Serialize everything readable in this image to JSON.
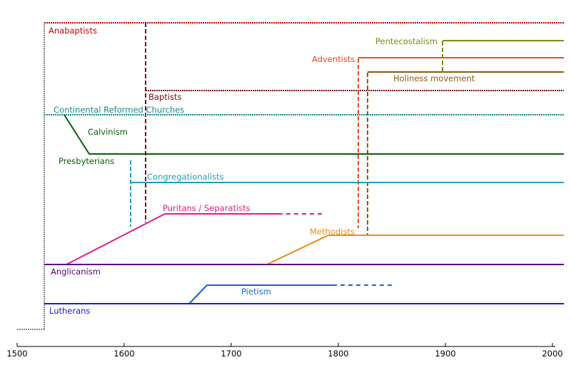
{
  "axis": {
    "ticks": [
      "1500",
      "1600",
      "1700",
      "1800",
      "1900",
      "2000"
    ]
  },
  "colors": {
    "anabaptists": "#cc0000",
    "continental_reformed": "#1a8a8a",
    "calvinism": "#0b5e0b",
    "presbyterians": "#0b5e0b",
    "congregationalists": "#1fa0b3",
    "puritans": "#e01e8c",
    "anglicanism": "#5a007a",
    "pietism": "#1565d8",
    "lutherans": "#1a1ad8",
    "baptists": "#7a0a1a",
    "methodists": "#f08a1a",
    "adventists": "#e0502a",
    "holiness": "#8b5a1a",
    "pentecostalism": "#7a8a10",
    "root": "#888888"
  },
  "labels": {
    "anabaptists": "Anabaptists",
    "pentecostalism": "Pentecostalism",
    "adventists": "Adventists",
    "holiness": "Holiness movement",
    "baptists": "Baptists",
    "continental_reformed": "Continental Reformed Churches",
    "calvinism": "Calvinism",
    "presbyterians": "Presbyterians",
    "congregationalists": "Congregationalists",
    "puritans": "Puritans / Separatists",
    "methodists": "Methodists",
    "anglicanism": "Anglicanism",
    "pietism": "Pietism",
    "lutherans": "Lutherans"
  }
}
